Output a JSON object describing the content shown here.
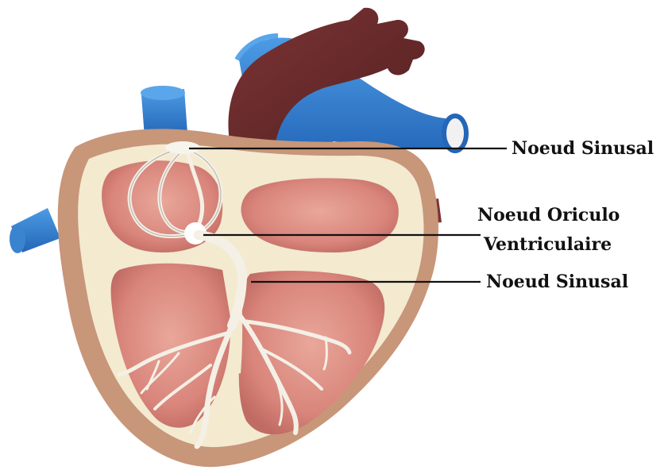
{
  "labels": {
    "sinus_node_top": "Noeud Sinusal",
    "av_node_line1": "Noeud Oriculo",
    "av_node_line2": "Ventriculaire",
    "sinus_node_bottom": "Noeud Sinusal"
  },
  "colors": {
    "vessel_blue": "#2f7fd0",
    "aorta_red": "#6b2a2c",
    "heart_wall": "#c89679",
    "heart_wall_light": "#e8c8a8",
    "chamber_pink": "#d9857b",
    "conduction_white": "#f4f0e6",
    "cream": "#f3ead0",
    "leader_line": "#111111"
  }
}
